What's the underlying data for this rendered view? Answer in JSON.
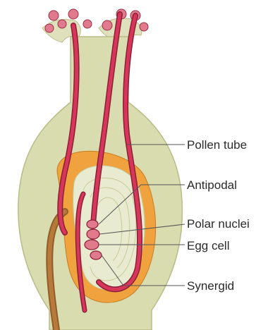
{
  "labels": {
    "pollen_tube": "Pollen tube",
    "antipodal": "Antipodal",
    "polar_nuclei": "Polar nuclei",
    "egg_cell": "Egg cell",
    "synergid": "Synergid"
  },
  "colors": {
    "ovary_fill": "#d9dcaf",
    "ovary_stroke": "#b9bc86",
    "ovule_fill": "#f0a23e",
    "inner_fill": "#e9ebd0",
    "tube": "#d6365a",
    "tube_outline": "#8a1f36",
    "stigma": "#e07a8c",
    "leader": "#555555",
    "label_text": "#2a2a2a"
  }
}
